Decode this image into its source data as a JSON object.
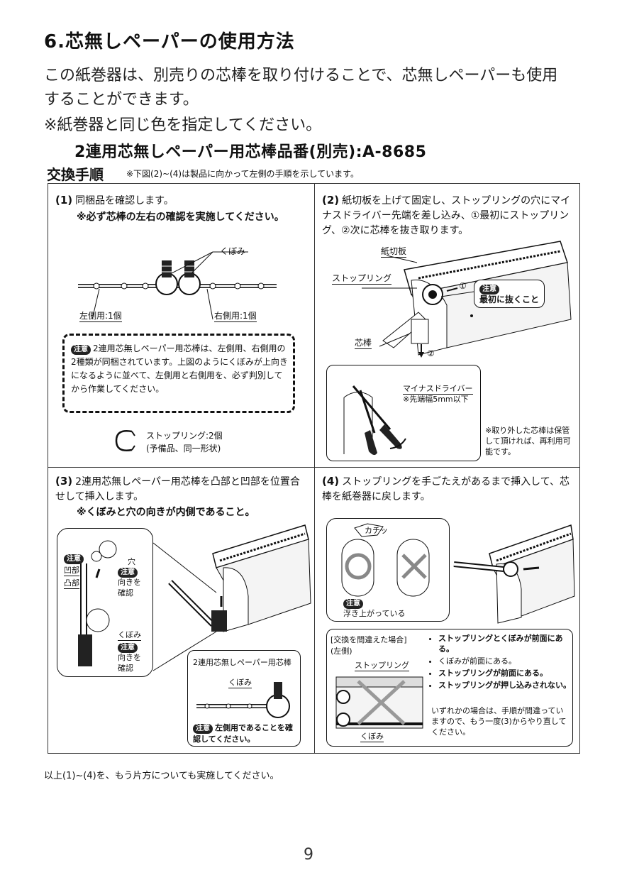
{
  "heading": "6.芯無しペーパーの使用方法",
  "intro_line1": "この紙巻器は、別売りの芯棒を取り付けることで、芯無しペーパーも使用",
  "intro_line2": "することができます。",
  "intro_line3": "※紙巻器と同じ色を指定してください。",
  "product": "2連用芯無しペーパー用芯棒品番(別売):A-8685",
  "procedure_title": "交換手順",
  "procedure_note": "※下図(2)~(4)は製品に向かって左側の手順を示しています。",
  "step1": {
    "num": "(1)",
    "text": "同梱品を確認します。",
    "note": "※必ず芯棒の左右の確認を実施してください。",
    "kubomi": "くぼみ",
    "left_label": "左側用:1個",
    "right_label": "右側用:1個",
    "caution_badge": "注意",
    "caution_text": "2連用芯無しペーパー用芯棒は、左側用、右側用の2種類が同梱されています。上図のようにくぼみが上向きになるように並べて、左側用と右側用を、必ず判別してから作業してください。",
    "ring_label": "ストップリング:2個",
    "ring_sub": "(予備品、同一形状)"
  },
  "step2": {
    "num": "(2)",
    "text": "紙切板を上げて固定し、ストップリングの穴にマイナスドライバー先端を差し込み、①最初にストップリング、②次に芯棒を抜き取ります。",
    "paper_cutter": "紙切板",
    "stop_ring": "ストップリング",
    "core": "芯棒",
    "mark1": "①",
    "mark2": "②",
    "caution_badge": "注意",
    "caution_text": "最初に抜くこと",
    "driver_label": "マイナスドライバー",
    "driver_sub": "※先端幅5mm以下",
    "reuse_note": "※取り外した芯棒は保管して頂ければ、再利用可能です。"
  },
  "step3": {
    "num": "(3)",
    "text": "2連用芯無しペーパー用芯棒を凸部と凹部を位置合せして挿入します。",
    "note": "※くぼみと穴の向きが内側であること。",
    "caution_badge": "注意",
    "hole": "穴",
    "concave": "凹部",
    "convex": "凸部",
    "direction": "向きを確認",
    "kubomi": "くぼみ",
    "core_name": "2連用芯無しペーパー用芯棒",
    "left_use": "左側用であることを確認してください。"
  },
  "step4": {
    "num": "(4)",
    "text": "ストップリングを手ごたえがあるまで挿入して、芯棒を紙巻器に戻します。",
    "click": "カチッ",
    "caution_badge": "注意",
    "floating": "浮き上がっている",
    "mistake_title": "[交換を間違えた場合]",
    "mistake_side": "(左側)",
    "stop_ring": "ストップリング",
    "kubomi": "くぼみ",
    "bullets": [
      "ストップリングとくぼみが前面にある。",
      "くぼみが前面にある。",
      "ストップリングが前面にある。",
      "ストップリングが押し込みされない。"
    ],
    "conclusion": "いずれかの場合は、手順が間違っていますので、もう一度(3)からやり直してください。"
  },
  "footer": "以上(1)~(4)を、もう片方についても実施してください。",
  "page_number": "9"
}
